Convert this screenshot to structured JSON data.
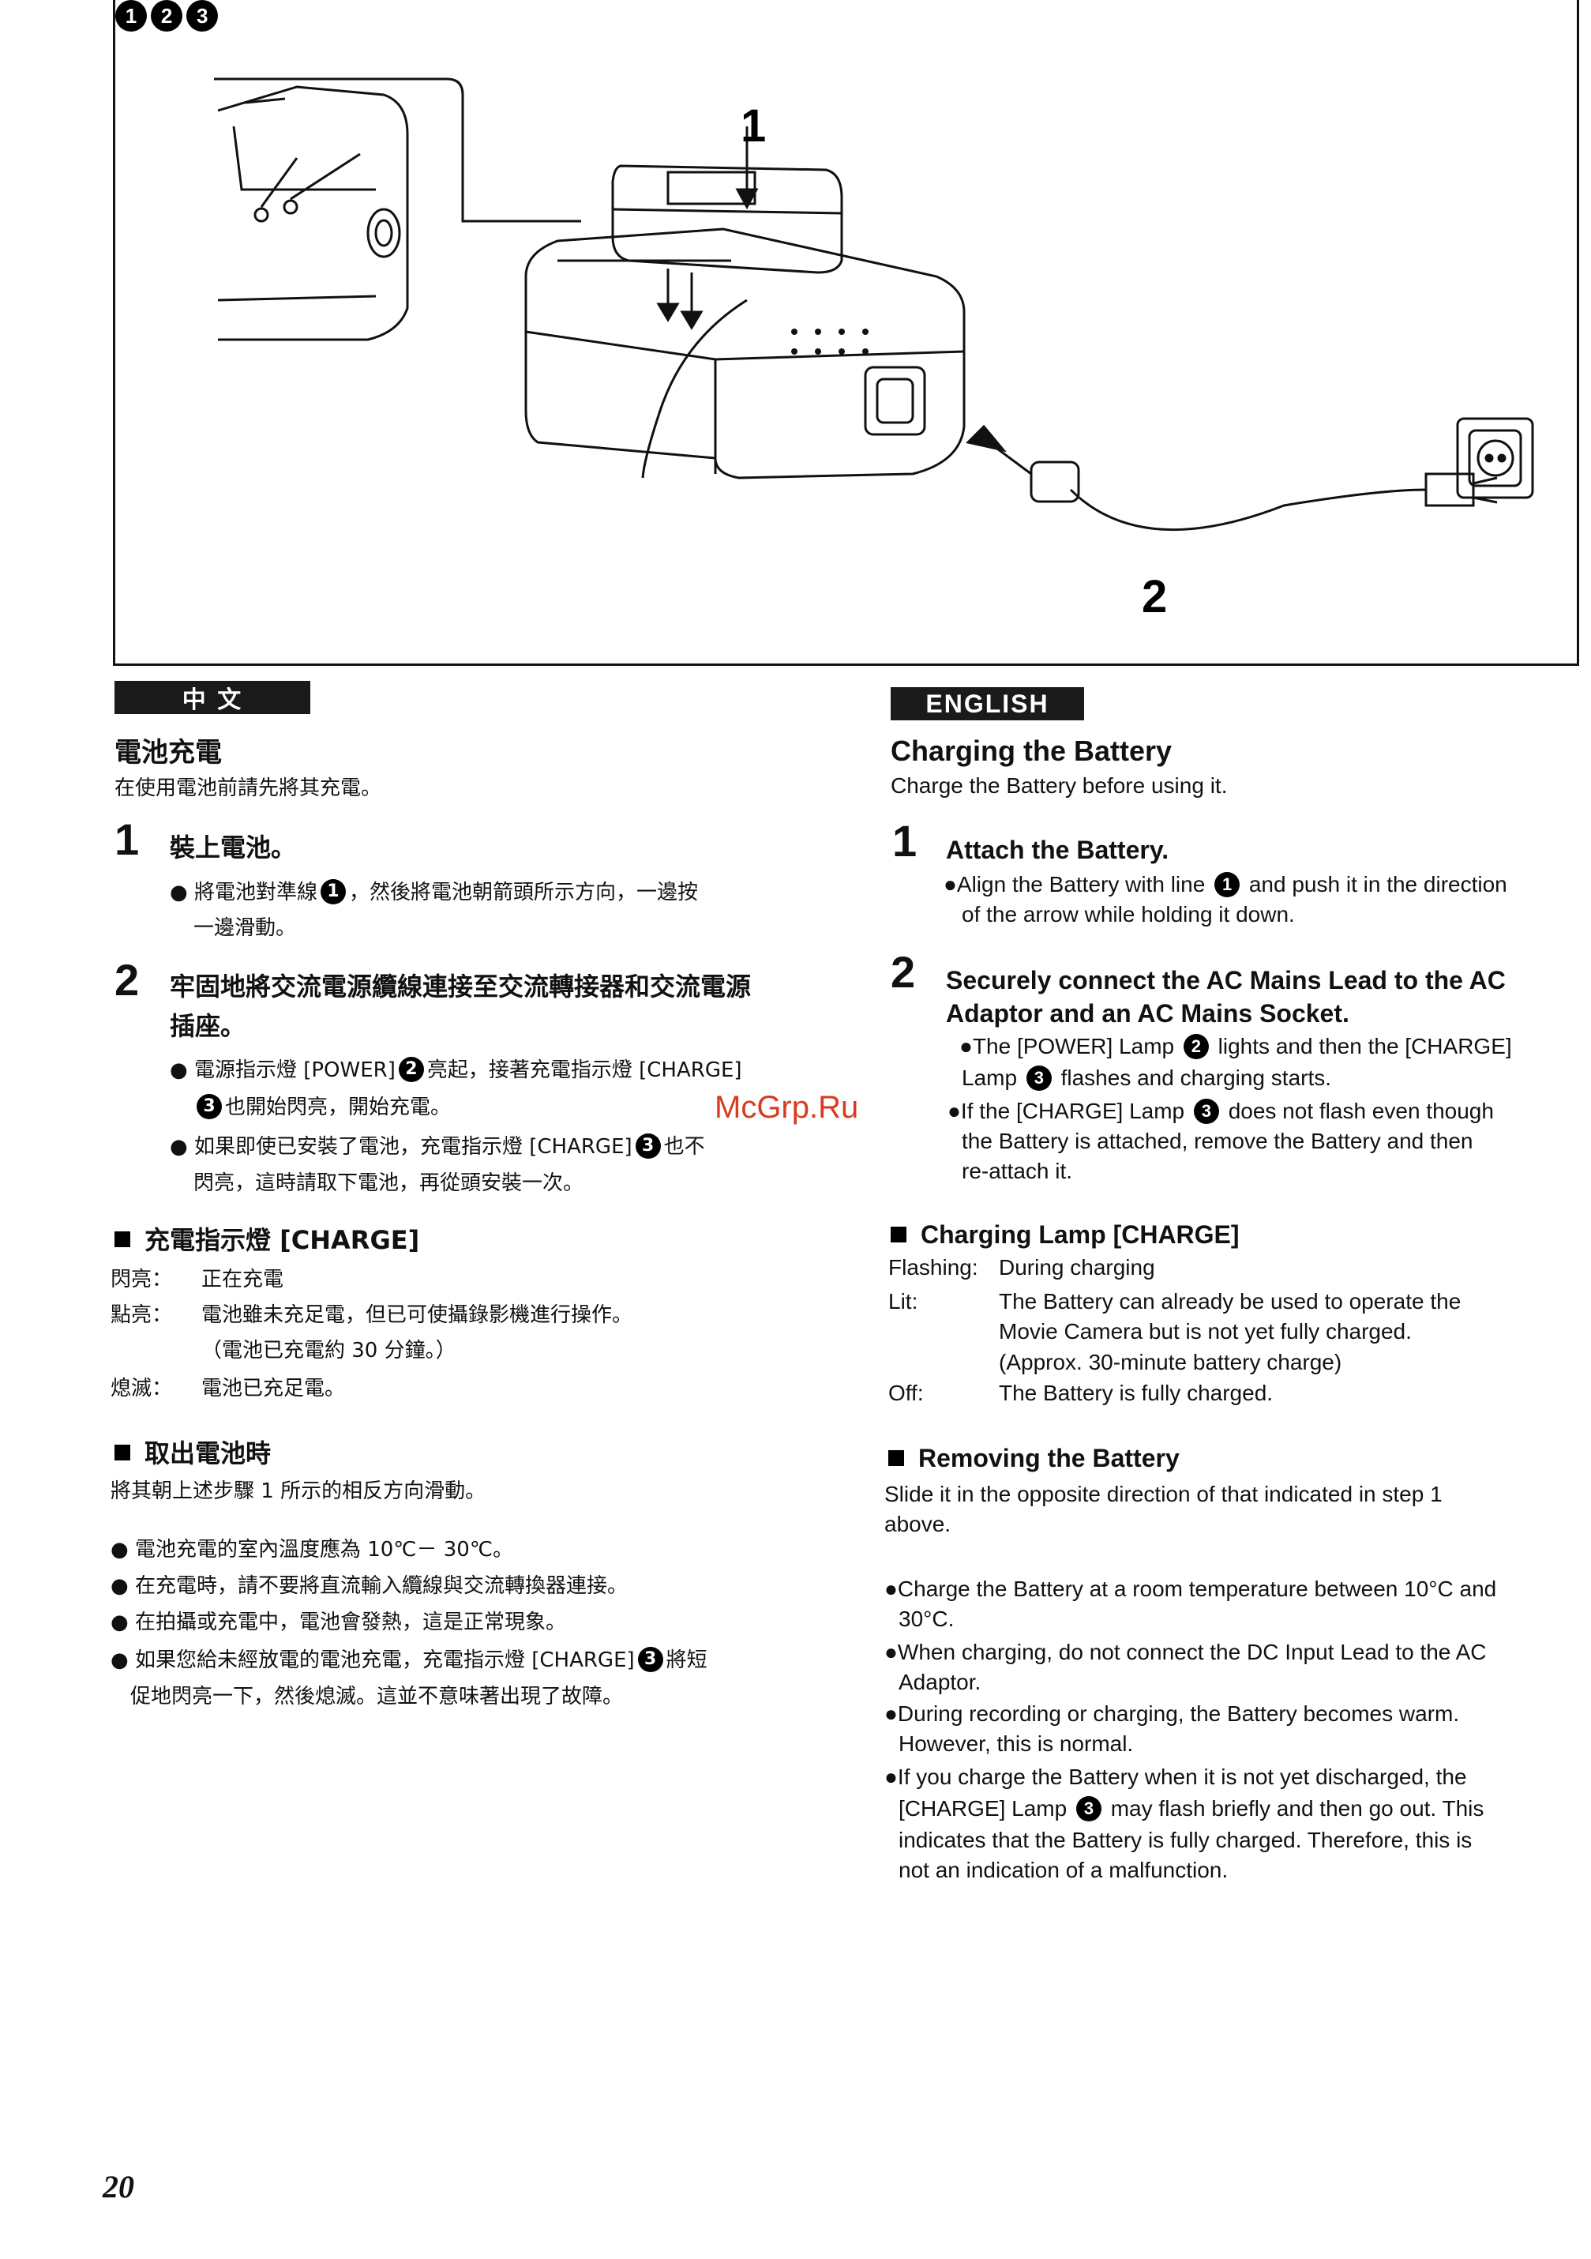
{
  "figure": {
    "labels": {
      "step1": "1",
      "step2": "2",
      "line1": "1",
      "power": "2",
      "charge": "3"
    }
  },
  "zh": {
    "tag": "中 文",
    "title": "電池充電",
    "intro": "在使用電池前請先將其充電。",
    "step1_num": "1",
    "step1_head": "裝上電池。",
    "step1_b1_a": "● 將電池對準線",
    "step1_b1_b": "，然後將電池朝箭頭所示方向，一邊按",
    "step1_b1_c": "一邊滑動。",
    "step2_num": "2",
    "step2_head_1": "牢固地將交流電源纜線連接至交流轉接器和交流電源",
    "step2_head_2": "插座。",
    "step2_b1_a": "● 電源指示燈 [POWER]",
    "step2_b1_b": "亮起，接著充電指示燈 [CHARGE]",
    "step2_b1_c": "也開始閃亮，開始充電。",
    "step2_b2_a": "● 如果即使已安裝了電池，充電指示燈 [CHARGE]",
    "step2_b2_b": "也不",
    "step2_b2_c": "閃亮，這時請取下電池，再從頭安裝一次。",
    "lamp_head": "充電指示燈 [CHARGE]",
    "lamp_rows": [
      {
        "k": "閃亮：",
        "v": "正在充電"
      },
      {
        "k": "點亮：",
        "v": "電池雖未充足電，但已可使攝錄影機進行操作。"
      },
      {
        "k": "",
        "v": "（電池已充電約 30 分鐘。）"
      },
      {
        "k": "熄滅：",
        "v": "電池已充足電。"
      }
    ],
    "remove_head": "取出電池時",
    "remove_text": "將其朝上述步驟 1 所示的相反方向滑動。",
    "notes": [
      "● 電池充電的室內溫度應為 10℃－ 30℃。",
      "● 在充電時，請不要將直流輸入纜線與交流轉換器連接。",
      "● 在拍攝或充電中，電池會發熱，這是正常現象。"
    ],
    "note4_a": "● 如果您給未經放電的電池充電，充電指示燈 [CHARGE]",
    "note4_b": "將短",
    "note4_c": "促地閃亮一下，然後熄滅。這並不意味著出現了故障。"
  },
  "en": {
    "tag": "ENGLISH",
    "title": "Charging the Battery",
    "intro": "Charge the Battery before using it.",
    "step1_num": "1",
    "step1_head": "Attach the Battery.",
    "step1_b1_a": "●Align the Battery with line",
    "step1_b1_b": "and push it in the direction",
    "step1_b1_c": "of the arrow while holding it down.",
    "step2_num": "2",
    "step2_head_1": "Securely connect the AC Mains Lead to the AC",
    "step2_head_2": "Adaptor and an AC Mains Socket.",
    "step2_b1_a": "●The [POWER] Lamp",
    "step2_b1_b": "lights and then the [CHARGE]",
    "step2_b1_c": "Lamp",
    "step2_b1_d": "flashes and charging starts.",
    "step2_b2_a": "●If the [CHARGE] Lamp",
    "step2_b2_b": "does not flash even though",
    "step2_b2_c": "the Battery is attached, remove the Battery and then",
    "step2_b2_d": "re-attach it.",
    "lamp_head": "Charging Lamp [CHARGE]",
    "lamp_rows": [
      {
        "k": "Flashing:",
        "v": "During charging"
      },
      {
        "k": "Lit:",
        "v": "The Battery can already be used to operate the"
      },
      {
        "k": "",
        "v": "Movie Camera but is not yet fully charged."
      },
      {
        "k": "",
        "v": "(Approx. 30-minute battery charge)"
      },
      {
        "k": "Off:",
        "v": "The Battery is fully charged."
      }
    ],
    "remove_head": "Removing the Battery",
    "remove_text_1": "Slide it in the opposite direction of that indicated in step 1",
    "remove_text_2": "above.",
    "notes": [
      "●Charge the Battery at a room temperature between 10°C and",
      "30°C.",
      "●When charging, do not connect the DC Input Lead to the AC",
      "Adaptor.",
      "●During recording or charging, the Battery becomes warm.",
      "However, this is normal.",
      "●If you charge the Battery when it is not yet discharged, the"
    ],
    "note4_a": "[CHARGE] Lamp",
    "note4_b": "may flash briefly and then go out. This",
    "note4_c": "indicates that the Battery is fully charged. Therefore, this is",
    "note4_d": "not an indication of a malfunction."
  },
  "watermark": "McGrp.Ru",
  "page_number": "20"
}
